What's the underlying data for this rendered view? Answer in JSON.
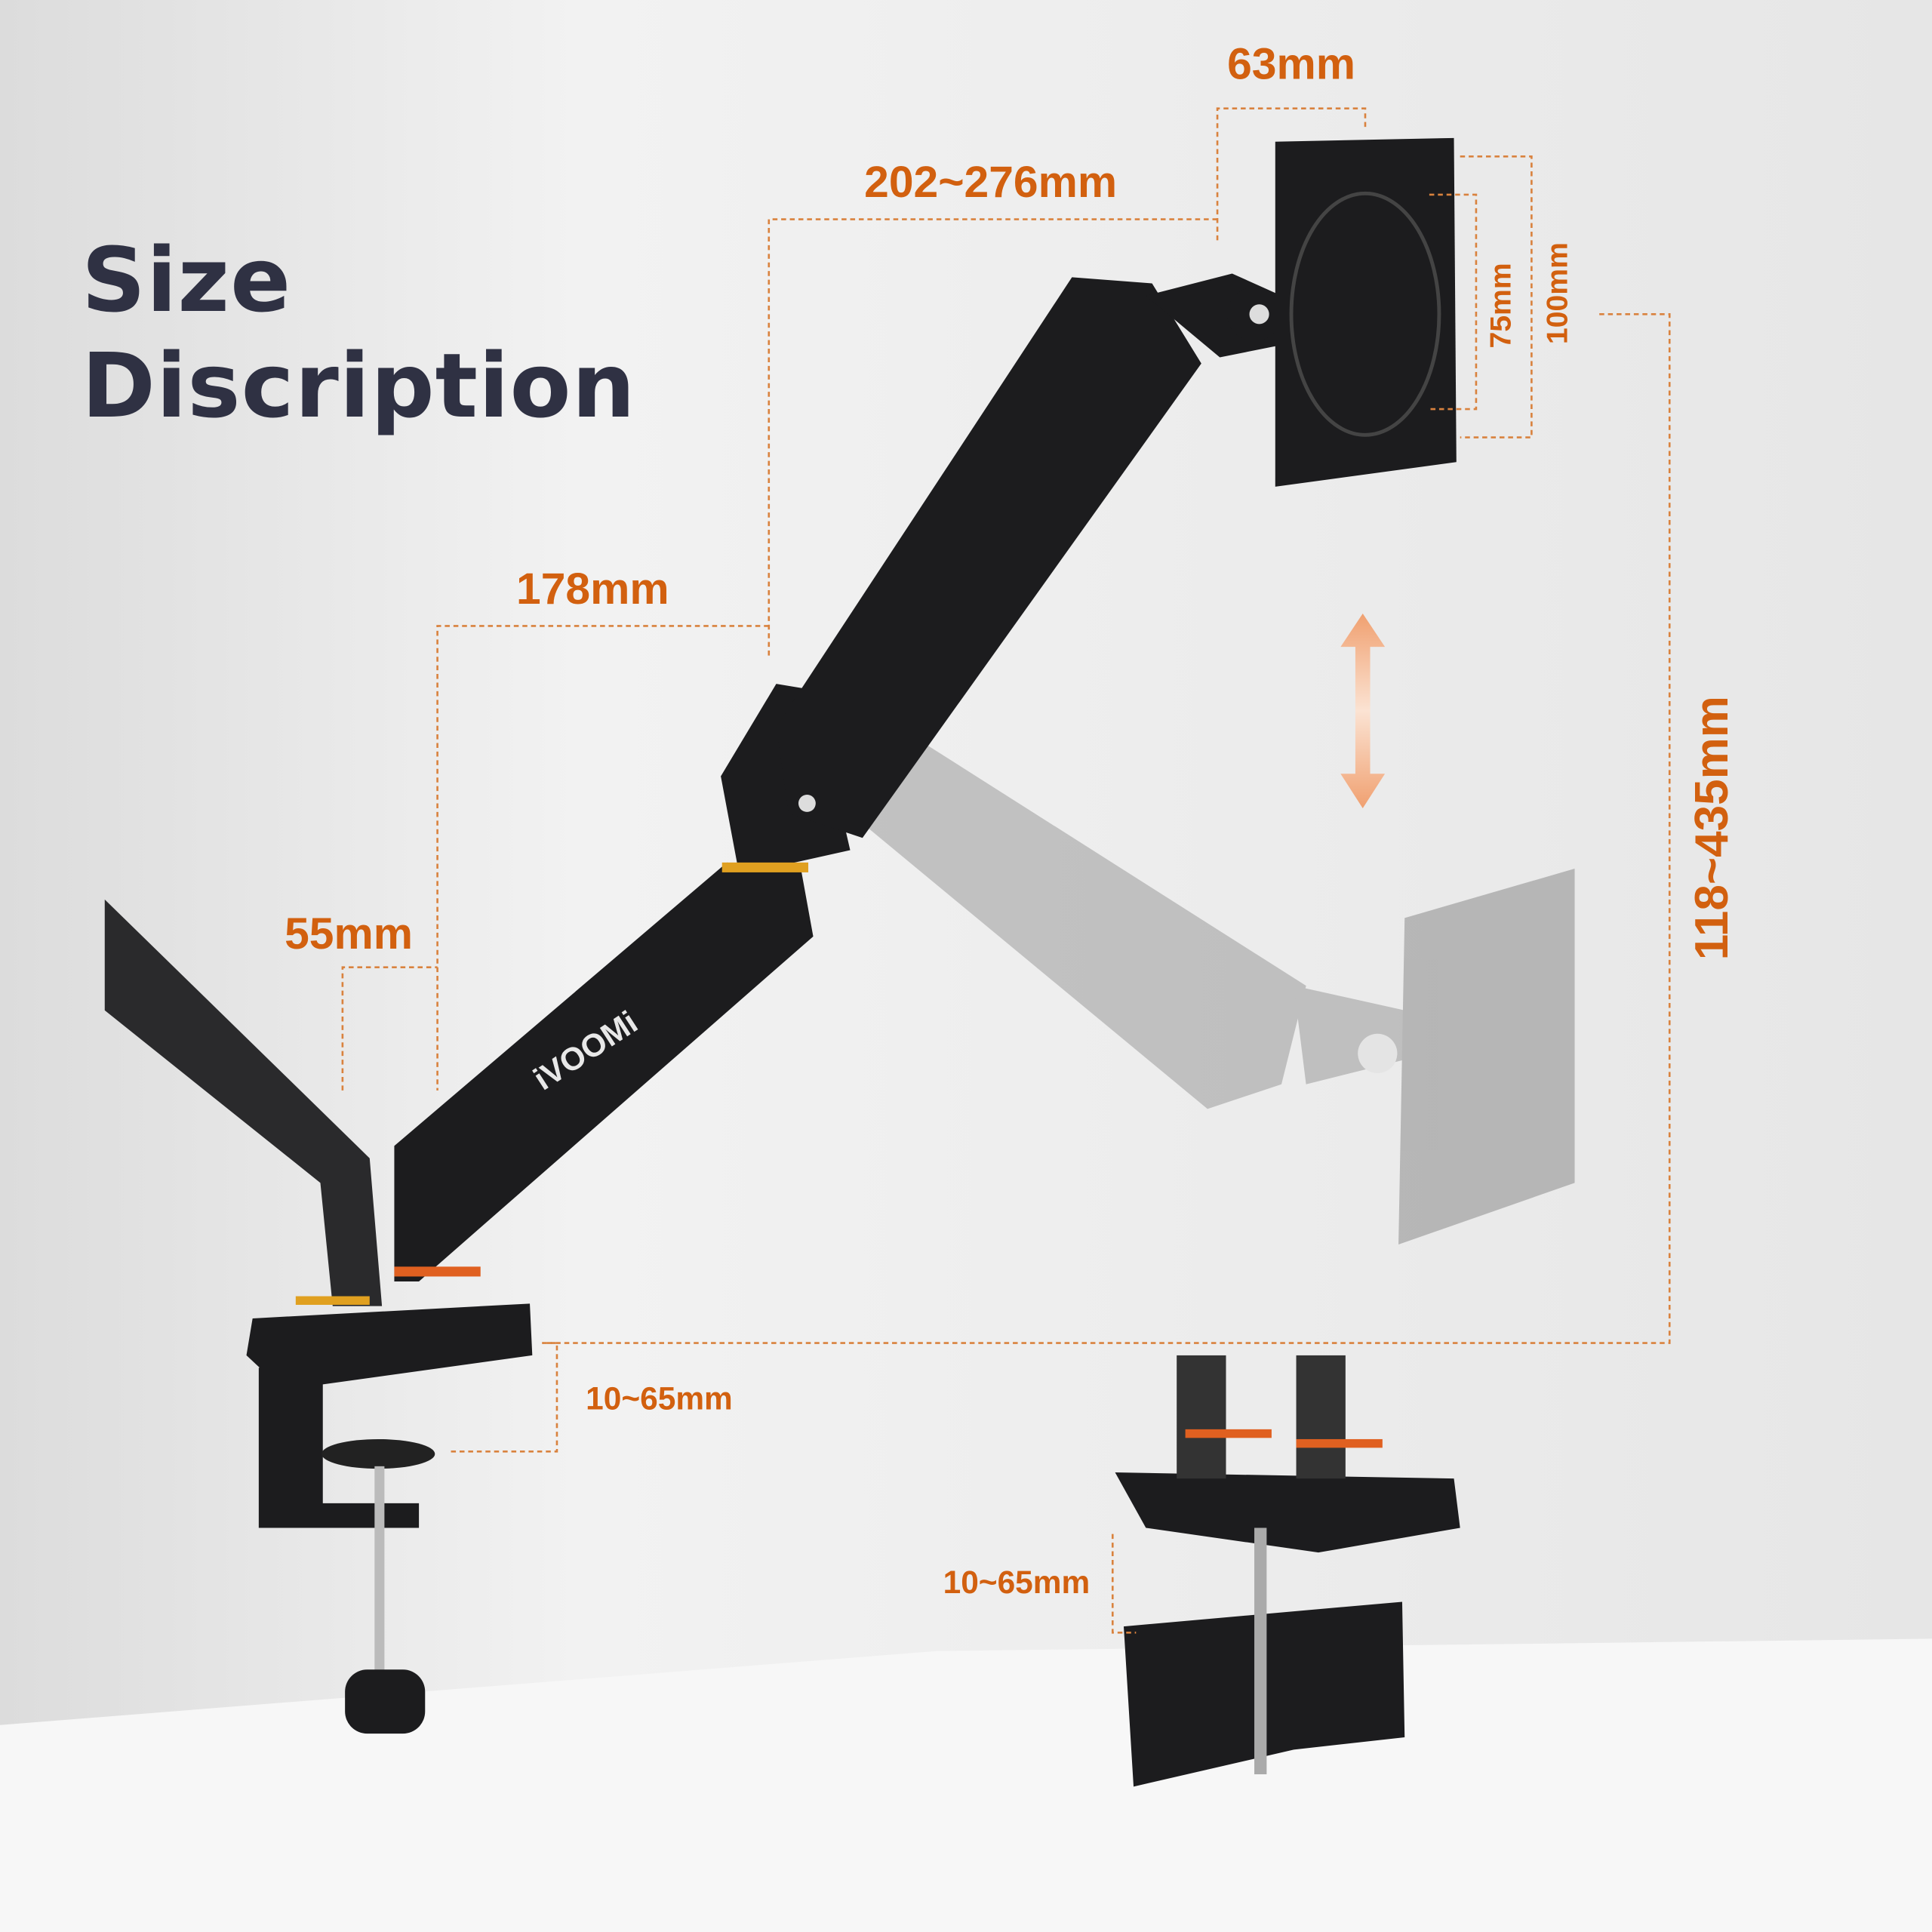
{
  "heading": {
    "line1": "Size",
    "line2": "Discription"
  },
  "brand": "iVOOMi",
  "dimensions": {
    "vesa_offset": "63mm",
    "arm_extension": "202~276mm",
    "lower_arm": "178mm",
    "pole_offset": "55mm",
    "clamp_thickness_a": "10~65mm",
    "clamp_thickness_b": "10~65mm",
    "vesa_small": "75mm",
    "vesa_large": "100mm",
    "height_range": "118~435mm"
  },
  "colors": {
    "accent": "#d2600f",
    "title": "#2f3143",
    "arm": "#1c1c1e"
  }
}
